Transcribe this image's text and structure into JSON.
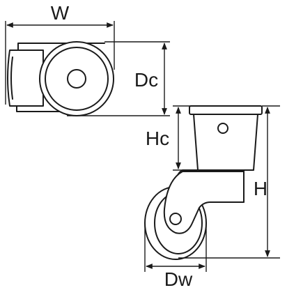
{
  "diagram": {
    "labels": {
      "w": "W",
      "dc": "Dc",
      "hc": "Hc",
      "h": "H",
      "dw": "Dw"
    }
  }
}
